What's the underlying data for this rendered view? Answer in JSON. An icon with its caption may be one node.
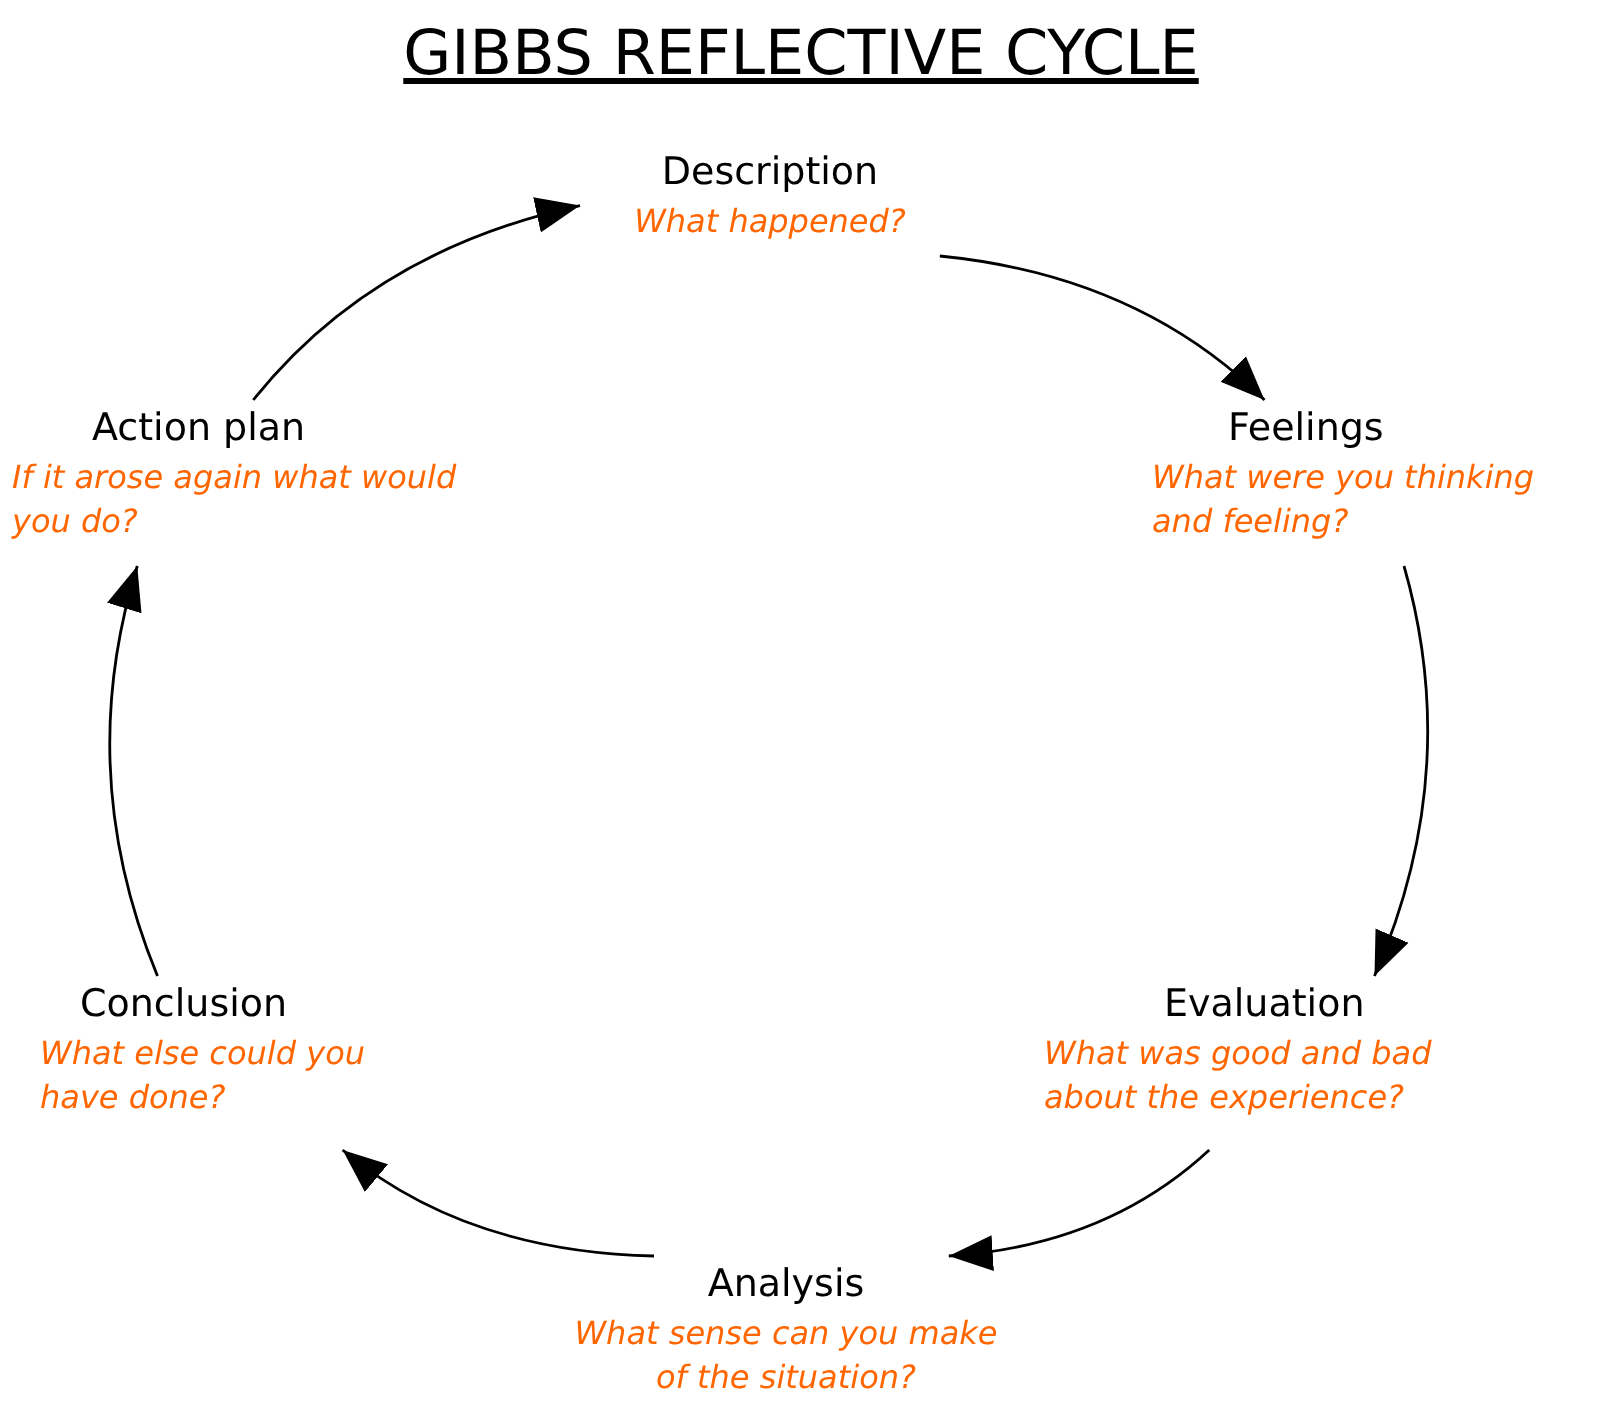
{
  "diagram": {
    "title": "GIBBS REFLECTIVE CYCLE",
    "nodes": [
      {
        "text": [
          "Description",
          "What happened?"
        ]
      },
      {
        "text": [
          "Feelings",
          "What were you thinking and feeling?"
        ]
      },
      {
        "text": [
          "Evaluation",
          "What was good and bad about the experience?"
        ]
      },
      {
        "text": [
          "Analysis",
          "What sense can you make of the situation?"
        ]
      },
      {
        "text": [
          "Conclusion",
          "What else could you have done?"
        ]
      },
      {
        "text": [
          "Action plan",
          "If it arose again what would you do?"
        ]
      }
    ],
    "edges": [
      {
        "from": 0,
        "to": 1,
        "arrow": "to"
      },
      {
        "from": 1,
        "to": 2,
        "arrow": "to"
      },
      {
        "from": 2,
        "to": 3,
        "arrow": "to"
      },
      {
        "from": 3,
        "to": 4,
        "arrow": "to"
      },
      {
        "from": 4,
        "to": 5,
        "arrow": "to"
      },
      {
        "from": 5,
        "to": 0,
        "arrow": "to"
      }
    ]
  }
}
